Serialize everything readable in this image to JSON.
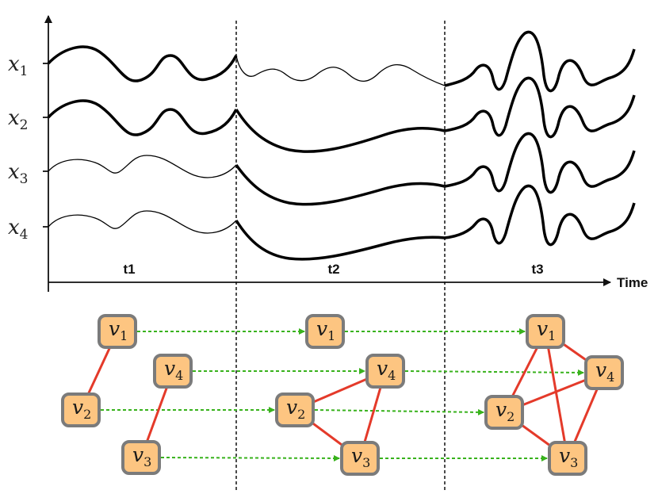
{
  "series_labels": [
    {
      "base": "x",
      "sub": "1"
    },
    {
      "base": "x",
      "sub": "2"
    },
    {
      "base": "x",
      "sub": "3"
    },
    {
      "base": "x",
      "sub": "4"
    }
  ],
  "segments": [
    "t1",
    "t2",
    "t3"
  ],
  "axis_label": "Time",
  "node_labels": {
    "v1": {
      "base": "v",
      "sub": "1"
    },
    "v2": {
      "base": "v",
      "sub": "2"
    },
    "v3": {
      "base": "v",
      "sub": "3"
    },
    "v4": {
      "base": "v",
      "sub": "4"
    }
  },
  "graph_edges": [
    [
      [
        "v1",
        "v2"
      ],
      [
        "v4",
        "v3"
      ]
    ],
    [
      [
        "v2",
        "v4"
      ],
      [
        "v2",
        "v3"
      ],
      [
        "v4",
        "v3"
      ]
    ],
    [
      [
        "v1",
        "v2"
      ],
      [
        "v1",
        "v4"
      ],
      [
        "v1",
        "v3"
      ],
      [
        "v2",
        "v4"
      ],
      [
        "v2",
        "v3"
      ],
      [
        "v4",
        "v3"
      ]
    ]
  ],
  "colors": {
    "node_fill": "#fdc581",
    "node_border": "#7b7b7b",
    "edge": "#e43a2a",
    "temporal_link": "#38b21c"
  }
}
